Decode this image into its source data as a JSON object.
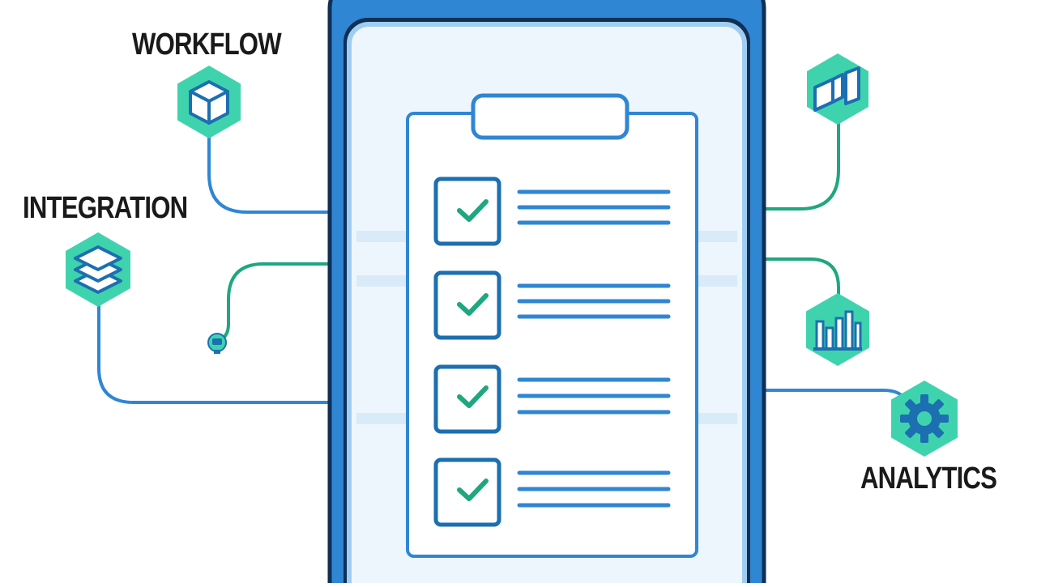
{
  "labels": {
    "workflow": "WORKFLOW",
    "integration": "INTEGRATION",
    "analytics": "ANALYTICS"
  },
  "colors": {
    "device_frame": "#2f86d3",
    "device_outline": "#0f2f55",
    "screen_fill": "#eef6fd",
    "clipboard_stroke": "#2f86d3",
    "checkmark": "#1fa77f",
    "hex_fill": "#3fd3ad",
    "icon_stroke": "#1c6fb0",
    "connector_blue": "#2f86d3",
    "connector_green": "#1fa77f"
  },
  "checklist": {
    "items": [
      {
        "checked": true,
        "icon": "checkmark-icon"
      },
      {
        "checked": true,
        "icon": "checkmark-icon"
      },
      {
        "checked": true,
        "icon": "checkmark-icon"
      },
      {
        "checked": true,
        "icon": "checkmark-icon"
      }
    ]
  },
  "nodes": [
    {
      "id": "workflow",
      "icon": "cube-icon"
    },
    {
      "id": "integration",
      "icon": "layers-icon"
    },
    {
      "id": "connector",
      "icon": "blocks-icon"
    },
    {
      "id": "reports",
      "icon": "bar-chart-icon"
    },
    {
      "id": "analytics",
      "icon": "gear-icon"
    }
  ]
}
